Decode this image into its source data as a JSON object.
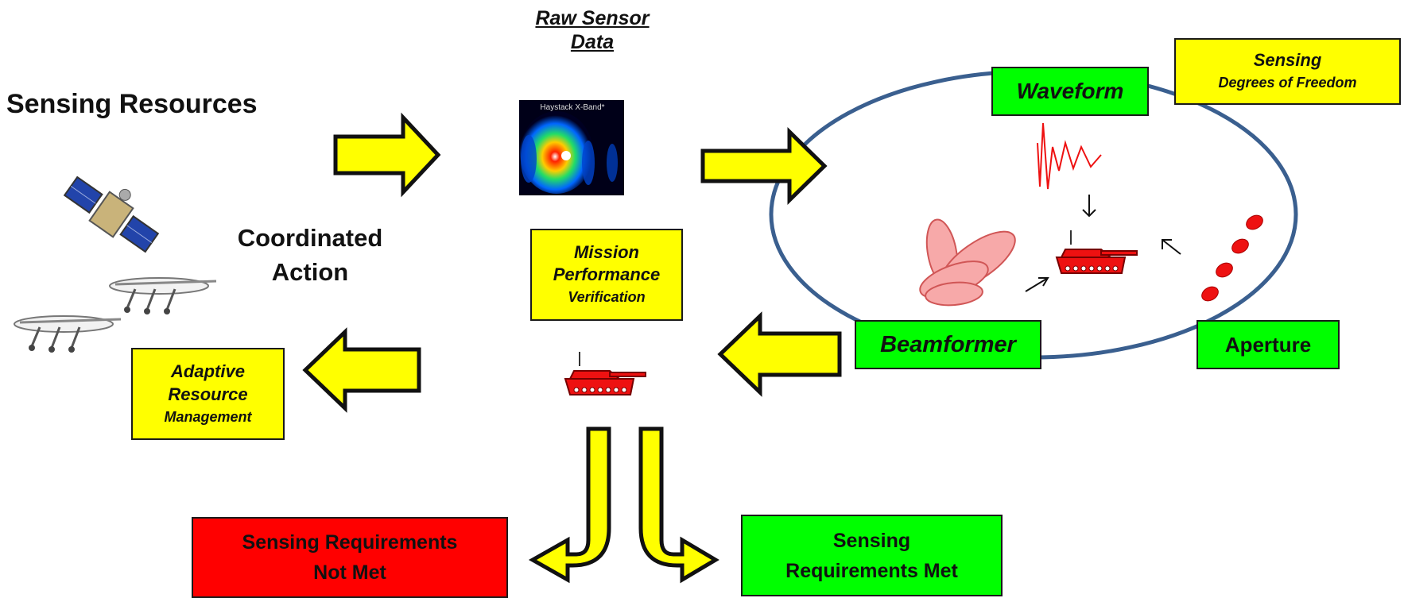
{
  "sensing_resources": "Sensing Resources",
  "coordinated_action": [
    "Coordinated",
    "Action"
  ],
  "raw_sensor_data": [
    "Raw Sensor",
    "Data"
  ],
  "radar_image_caption": "Haystack X-Band*",
  "mission_box": [
    "Mission",
    "Performance",
    "Verification"
  ],
  "adaptive_box": [
    "Adaptive",
    "Resource",
    "Management"
  ],
  "sensing_dof_box": [
    "Sensing",
    "Degrees of Freedom"
  ],
  "waveform": "Waveform",
  "beamformer": "Beamformer",
  "aperture": "Aperture",
  "not_met": [
    "Sensing Requirements",
    "Not Met"
  ],
  "met": [
    "Sensing",
    "Requirements Met"
  ],
  "colors": {
    "arrow_fill": "#ffff00",
    "box_yellow": "#ffff00",
    "box_green": "#00ff00",
    "box_red": "#ff0000",
    "ellipse_stroke": "#3a5f8f",
    "tank": "#ee1111",
    "waveform_line": "#ee1111"
  }
}
